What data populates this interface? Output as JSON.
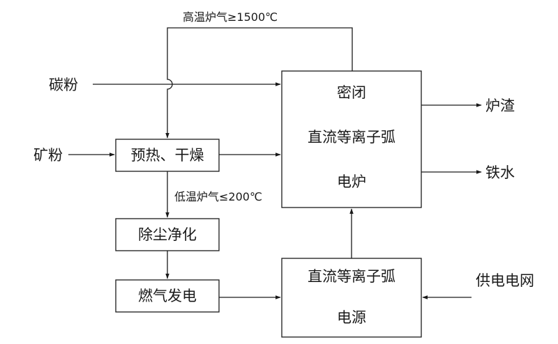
{
  "diagram": {
    "nodes": {
      "preheat": "预热、干燥",
      "dedust": "除尘净化",
      "gen": "燃气发电",
      "furnace_line1": "密闭",
      "furnace_line2": "直流等离子弧",
      "furnace_line3": "电炉",
      "power_line1": "直流等离子弧",
      "power_line2": "电源"
    },
    "inputs": {
      "carbon": "碳粉",
      "ore": "矿粉",
      "grid": "供电电网"
    },
    "outputs": {
      "slag": "炉渣",
      "iron": "铁水"
    },
    "annotations": {
      "high_temp_gas": "高温炉气≥1500℃",
      "low_temp_gas": "低温炉气≤200℃"
    }
  }
}
